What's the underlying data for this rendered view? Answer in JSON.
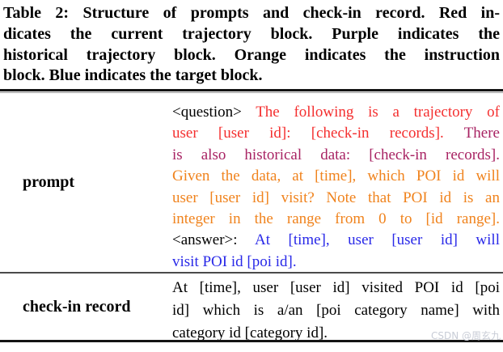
{
  "colors": {
    "text_black": "#000000",
    "current_trajectory_red": "#f42f2f",
    "historical_trajectory_purple": "#a82363",
    "instruction_orange": "#f0831d",
    "target_blue": "#2929e8",
    "watermark_gray": "#c8ccd6"
  },
  "caption": {
    "lines": [
      "Table 2: Structure of prompts and check-in record. Red in-",
      "dicates the current trajectory block. Purple indicates the",
      "historical trajectory block. Orange indicates the instruction",
      "block. Blue indicates the target block."
    ]
  },
  "table": {
    "rows": [
      {
        "label": "prompt",
        "lines": [
          {
            "segments": [
              {
                "color": "black",
                "text": "<question> "
              },
              {
                "color": "red",
                "text": "The following is a trajectory of"
              }
            ]
          },
          {
            "segments": [
              {
                "color": "red",
                "text": "user [user id]: [check-in records]. "
              },
              {
                "color": "purple",
                "text": "There"
              }
            ]
          },
          {
            "segments": [
              {
                "color": "purple",
                "text": "is also historical data: [check-in records]."
              }
            ]
          },
          {
            "segments": [
              {
                "color": "orange",
                "text": "Given the data, at [time], which POI id will"
              }
            ]
          },
          {
            "segments": [
              {
                "color": "orange",
                "text": "user [user id] visit? Note that POI id is an"
              }
            ]
          },
          {
            "segments": [
              {
                "color": "orange",
                "text": "integer in the range from 0 to [id range]."
              }
            ]
          },
          {
            "segments": [
              {
                "color": "black",
                "text": "<answer>: "
              },
              {
                "color": "blue",
                "text": "At [time], user [user id] will"
              }
            ]
          },
          {
            "segments": [
              {
                "color": "blue",
                "text": "visit POI id [poi id]."
              }
            ]
          }
        ]
      },
      {
        "label": "check-in record",
        "lines": [
          {
            "segments": [
              {
                "color": "black",
                "text": "At [time], user [user id] visited POI id [poi"
              }
            ]
          },
          {
            "segments": [
              {
                "color": "black",
                "text": "id] which is a/an [poi category name] with"
              }
            ]
          },
          {
            "segments": [
              {
                "color": "black",
                "text": "category id [category id]."
              }
            ]
          }
        ]
      }
    ]
  },
  "watermark": "CSDN @周玄九"
}
